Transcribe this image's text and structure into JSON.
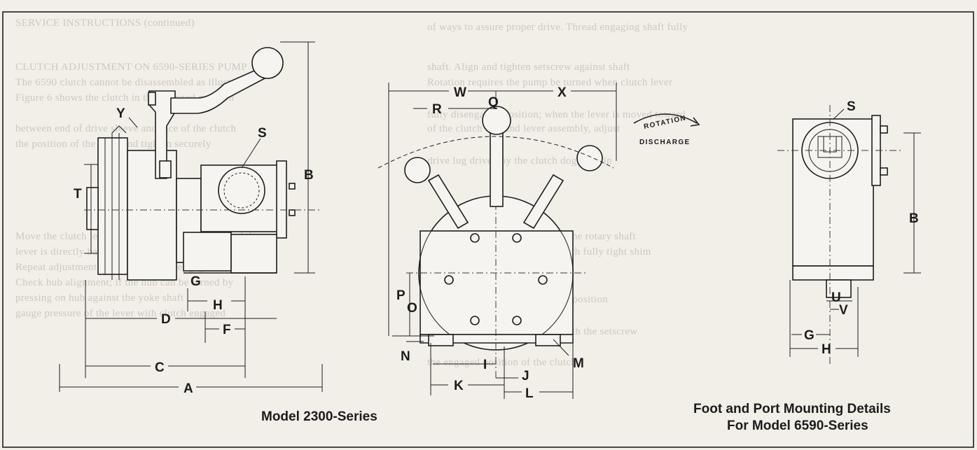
{
  "bleed_through_lines": [
    "SERVICE INSTRUCTIONS (continued)",
    "of ways to assure proper drive. Thread engaging shaft fully",
    "CLUTCH ADJUSTMENT ON 6590-SERIES PUMP",
    "shaft. Align and tighten setscrew against shaft",
    "The 6590 clutch cannot be disassembled as illustrated",
    "Rotation requires the pump be turned when clutch lever",
    "Figure 6 shows the clutch in the engaged position",
    "fully disengaged position; when the lever is moved toward",
    "between end of drive sleeve and face of the clutch",
    "of the clutch hub and lever assembly, adjust",
    "the position of the yoke and tighten securely",
    "drive lug driven by the clutch dog, stud in",
    "Move the clutch lever to fully engaged position and the",
    "Check that the clutch springs at the rotary shaft",
    "lever is directly back past horizontal, the lever ring",
    "Install new o-ring and tighten with fully tight shim",
    "Repeat adjustment until clutch lever engages firmly",
    "on the shaft as measured at idler position",
    "Check hub alignment; if the hub can be turned by",
    "hand, adjust the yoke in place with the setscrew",
    "pressing on hub against the yoke shaft",
    "the engaged position of the clutch",
    "gauge pressure of the lever with clutch engaged"
  ],
  "diagram": {
    "model_2300_labels": {
      "Y": "Y",
      "S": "S",
      "T": "T",
      "B": "B",
      "G": "G",
      "H": "H",
      "D": "D",
      "F": "F",
      "C": "C",
      "A": "A"
    },
    "center_view_labels": {
      "W": "W",
      "R": "R",
      "Q": "Q",
      "X": "X",
      "P": "P",
      "O": "O",
      "I": "I",
      "K": "K",
      "J": "J",
      "L": "L",
      "N": "N",
      "M": "M"
    },
    "rotation_label": "ROTATION",
    "discharge_label": "DISCHARGE",
    "model_6590_labels": {
      "S": "S",
      "B": "B",
      "U": "U",
      "V": "V",
      "G": "G",
      "H": "H"
    }
  },
  "captions": {
    "model_2300": "Model 2300-Series",
    "foot_port_line1": "Foot and Port Mounting Details",
    "foot_port_line2": "For Model 6590-Series"
  }
}
